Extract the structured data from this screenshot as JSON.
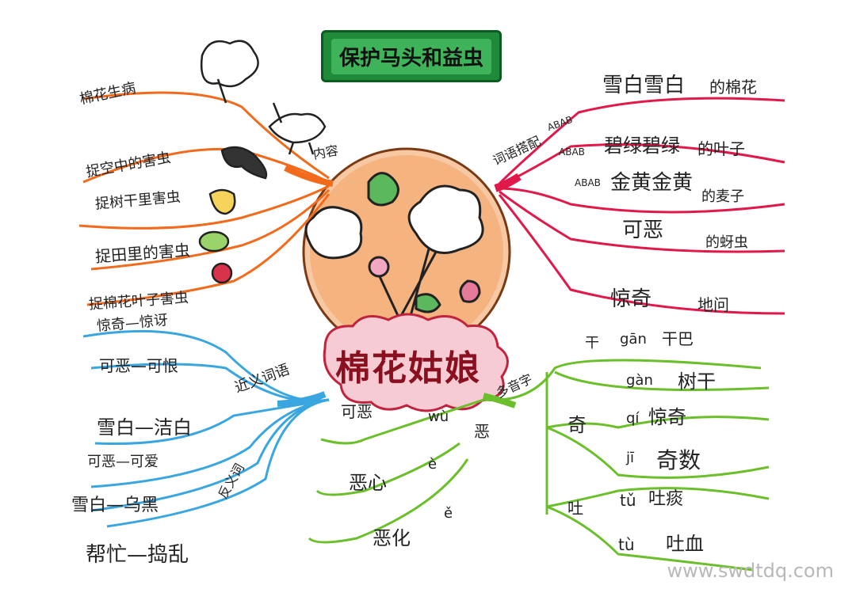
{
  "title": "保护马头和益虫",
  "center": "棉花姑娘",
  "branches": {
    "content": {
      "label": "内容",
      "items": [
        "棉花生病",
        "捉空中的害虫",
        "捉树干里害虫",
        "捉田里的害虫",
        "捉棉花叶子害虫"
      ]
    },
    "word_pairing": {
      "label": "词语搭配",
      "items": [
        {
          "pattern": "ABAB",
          "word": "雪白雪白",
          "suffix": "的棉花"
        },
        {
          "pattern": "ABAB",
          "word": "碧绿碧绿",
          "suffix": "的叶子"
        },
        {
          "pattern": "ABAB",
          "word": "金黄金黄",
          "suffix": "的麦子"
        },
        {
          "pattern": "",
          "word": "可恶",
          "suffix": "的蚜虫"
        },
        {
          "pattern": "",
          "word": "惊奇",
          "suffix": "地问"
        }
      ]
    },
    "synonyms": {
      "label": "近义词语",
      "items": [
        "惊奇—惊讶",
        "可恶—可恨",
        "雪白—洁白"
      ]
    },
    "antonyms": {
      "label": "反义词",
      "items": [
        "可恶—可爱",
        "雪白—乌黑",
        "帮忙—捣乱"
      ]
    },
    "polyphonic": {
      "label": "多音字",
      "left": {
        "char": "恶",
        "word": "可恶",
        "readings": [
          {
            "pinyin": "wù",
            "word": ""
          },
          {
            "pinyin": "è",
            "word": "恶心"
          },
          {
            "pinyin": "ě",
            "word": "恶化"
          }
        ]
      },
      "right": [
        {
          "char": "干",
          "readings": [
            {
              "pinyin": "gān",
              "word": "干巴"
            },
            {
              "pinyin": "gàn",
              "word": "树干"
            }
          ]
        },
        {
          "char": "奇",
          "readings": [
            {
              "pinyin": "qí",
              "word": "惊奇"
            },
            {
              "pinyin": "jī",
              "word": "奇数"
            }
          ]
        },
        {
          "char": "吐",
          "readings": [
            {
              "pinyin": "tǔ",
              "word": "吐痰"
            },
            {
              "pinyin": "tù",
              "word": "吐血"
            }
          ]
        }
      ]
    }
  },
  "colors": {
    "content": "#f26a1b",
    "word_pairing": "#e0194a",
    "synonyms": "#3aa6e0",
    "polyphonic": "#6bbf2a",
    "title_box": "#1f8a3a",
    "center_circle": "#f4a260"
  },
  "icons": [
    "cotton-icon",
    "ladybug-icon",
    "swallow-icon",
    "woodpecker-icon",
    "frog-icon",
    "bug-icon"
  ],
  "watermark": "www.swdtdq.com"
}
